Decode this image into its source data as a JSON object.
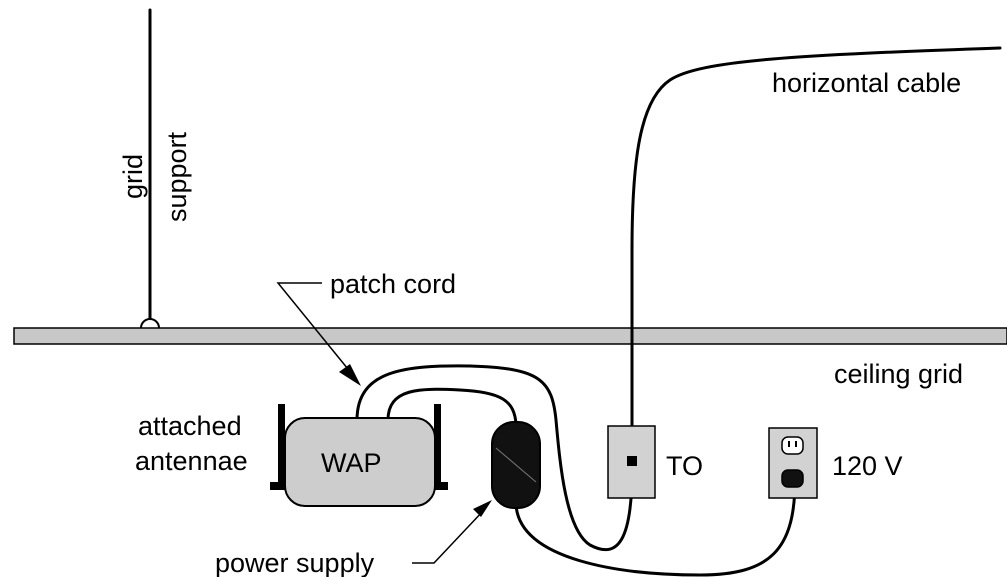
{
  "labels": {
    "grid": "grid",
    "support": "support",
    "patch_cord": "patch cord",
    "horizontal_cable": "horizontal cable",
    "ceiling_grid": "ceiling grid",
    "attached": "attached",
    "antennae": "antennae",
    "wap": "WAP",
    "to": "TO",
    "voltage": "120 V",
    "power_supply": "power supply"
  },
  "colors": {
    "line": "#000000",
    "ceiling_fill": "#c8c8c8",
    "wap_fill": "#cdcdcd",
    "box_fill": "#d2d2d2",
    "supply_fill": "#111111"
  }
}
